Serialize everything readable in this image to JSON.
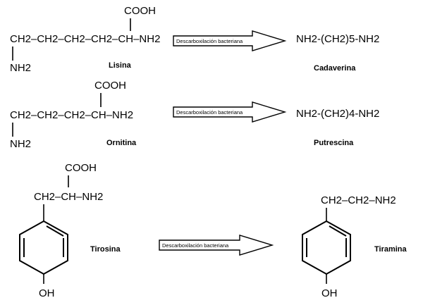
{
  "reactions": [
    {
      "id": "lisina",
      "substrate": {
        "carboxyl": "COOH",
        "main_chain": "CH2–CH2–CH2–CH2–CH–NH2",
        "side_amine": "NH2",
        "name": "Lisina"
      },
      "arrow_label": "Descarboxilación bacteriana",
      "product": {
        "formula": "NH2-(CH2)5-NH2",
        "name": "Cadaverina"
      }
    },
    {
      "id": "ornitina",
      "substrate": {
        "carboxyl": "COOH",
        "main_chain": "CH2–CH2–CH2–CH–NH2",
        "side_amine": "NH2",
        "name": "Ornitina"
      },
      "arrow_label": "Descarboxilación bacteriana",
      "product": {
        "formula": "NH2-(CH2)4-NH2",
        "name": "Putrescina"
      }
    },
    {
      "id": "tirosina",
      "substrate": {
        "carboxyl": "COOH",
        "main_chain": "CH2–CH–NH2",
        "hydroxyl": "OH",
        "name": "Tirosina"
      },
      "arrow_label": "Descarboxilación bacteriana",
      "product": {
        "chain": "CH2–CH2–NH2",
        "hydroxyl": "OH",
        "name": "Tiramina"
      }
    }
  ]
}
